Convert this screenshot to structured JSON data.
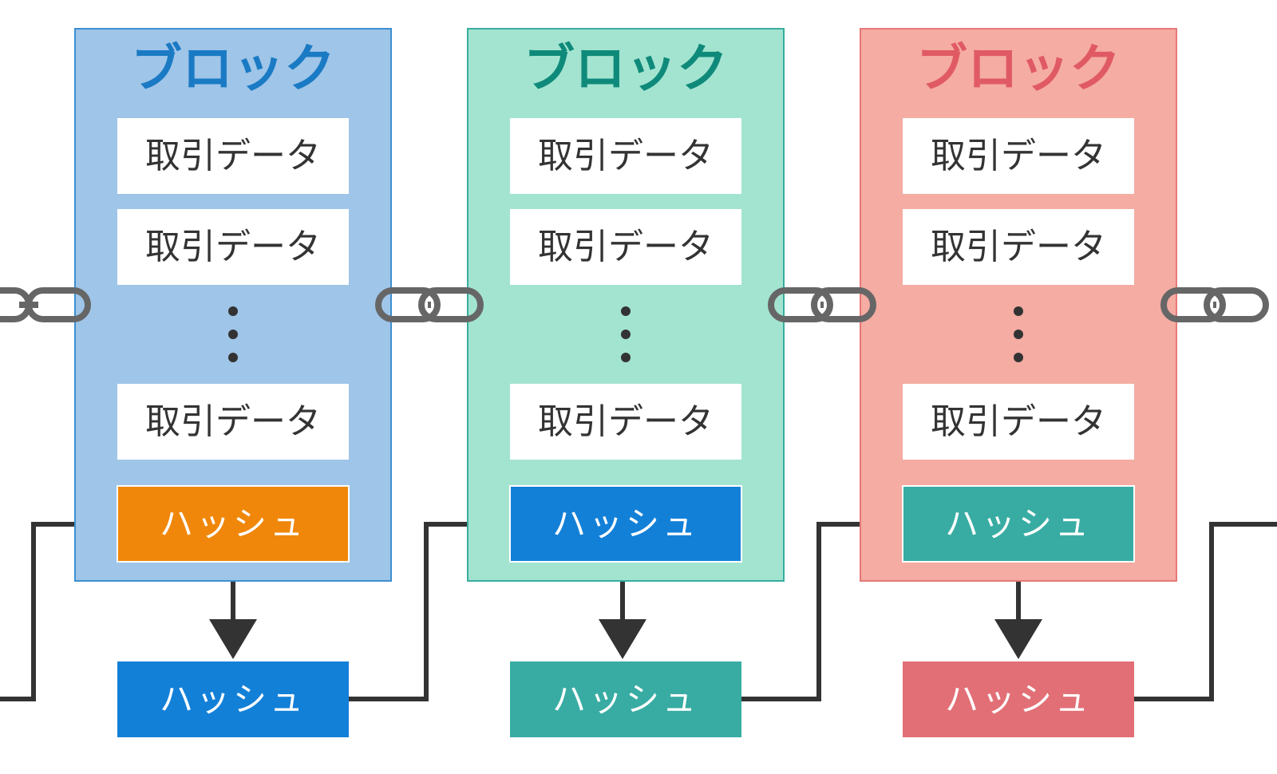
{
  "colors": {
    "arrow": "#333333",
    "chain": "#666666",
    "tx_box": "#ffffff",
    "dot": "#333333"
  },
  "blocks": [
    {
      "title": "ブロック",
      "title_color": "#1a7ac4",
      "fill": "#9fc5e8",
      "border": "#3d8fd1",
      "transactions": [
        "取引データ",
        "取引データ",
        "取引データ"
      ],
      "inner_hash": {
        "label": "ハッシュ",
        "color": "#f0870a"
      },
      "output_hash": {
        "label": "ハッシュ",
        "color": "#1380d8"
      }
    },
    {
      "title": "ブロック",
      "title_color": "#0f8a7a",
      "fill": "#a3e4d1",
      "border": "#38ad9c",
      "transactions": [
        "取引データ",
        "取引データ",
        "取引データ"
      ],
      "inner_hash": {
        "label": "ハッシュ",
        "color": "#1380d8"
      },
      "output_hash": {
        "label": "ハッシュ",
        "color": "#38aca3"
      }
    },
    {
      "title": "ブロック",
      "title_color": "#e05a64",
      "fill": "#f4aca3",
      "border": "#e87878",
      "transactions": [
        "取引データ",
        "取引データ",
        "取引データ"
      ],
      "inner_hash": {
        "label": "ハッシュ",
        "color": "#38aca3"
      },
      "output_hash": {
        "label": "ハッシュ",
        "color": "#e26f76"
      }
    }
  ]
}
